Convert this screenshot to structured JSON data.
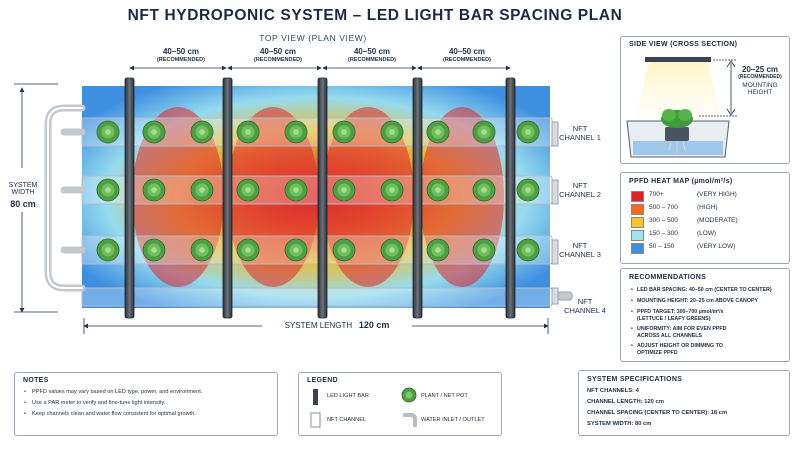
{
  "title": "NFT HYDROPONIC SYSTEM – LED LIGHT BAR SPACING PLAN",
  "top_view_label": "TOP VIEW (PLAN VIEW)",
  "spacings": [
    {
      "value": "40–50 cm",
      "note": "(RECOMMENDED)"
    },
    {
      "value": "40–50 cm",
      "note": "(RECOMMENDED)"
    },
    {
      "value": "40–50 cm",
      "note": "(RECOMMENDED)"
    },
    {
      "value": "40–50 cm",
      "note": "(RECOMMENDED)"
    }
  ],
  "system_width": {
    "line1": "SYSTEM",
    "line2": "WIDTH",
    "value": "80 cm"
  },
  "system_length": {
    "label": "SYSTEM LENGTH",
    "value": "120 cm"
  },
  "channels": [
    {
      "line1": "NFT",
      "line2": "CHANNEL 1"
    },
    {
      "line1": "NFT",
      "line2": "CHANNEL 2"
    },
    {
      "line1": "NFT",
      "line2": "CHANNEL 3"
    },
    {
      "line1": "NFT",
      "line2": "CHANNEL 4"
    }
  ],
  "side_view": {
    "title": "SIDE VIEW (CROSS SECTION)",
    "height_value": "20–25 cm",
    "height_note": "(RECOMMENDED)",
    "height_label1": "MOUNTING",
    "height_label2": "HEIGHT"
  },
  "heat_map": {
    "title": "PPFD HEAT MAP (µmol/m²/s)",
    "rows": [
      {
        "range": "700+",
        "desc": "(VERY HIGH)",
        "color": "#e02424"
      },
      {
        "range": "500 – 700",
        "desc": "(HIGH)",
        "color": "#f46a1f"
      },
      {
        "range": "300 – 500",
        "desc": "(MODERATE)",
        "color": "#f5c531"
      },
      {
        "range": "150 – 300",
        "desc": "(LOW)",
        "color": "#9fe3f0"
      },
      {
        "range": "50 – 150",
        "desc": "(VERY LOW)",
        "color": "#3f8fe0"
      }
    ]
  },
  "recommendations": {
    "title": "RECOMMENDATIONS",
    "items": [
      {
        "line1": "LED BAR SPACING: 40–50 cm (CENTER TO CENTER)",
        "line2": ""
      },
      {
        "line1": "MOUNTING HEIGHT: 20–25 cm ABOVE CANOPY",
        "line2": ""
      },
      {
        "line1": "PPFD TARGET: 300–700 µmol/m²/s",
        "line2": "(LETTUCE / LEAFY GREENS)"
      },
      {
        "line1": "UNIFORMITY: AIM FOR EVEN PPFD",
        "line2": "ACROSS ALL CHANNELS"
      },
      {
        "line1": "ADJUST HEIGHT OR DIMMING TO",
        "line2": "OPTIMIZE PPFD"
      }
    ]
  },
  "notes": {
    "title": "NOTES",
    "items": [
      "PPFD values may vary based on LED type, power, and environment.",
      "Use a PAR meter to verify and fine-tune light intensity.",
      "Keep channels clean and water flow consistent for optimal growth."
    ]
  },
  "legend": {
    "title": "LEGEND",
    "items": [
      {
        "icon": "led-light-bar-icon",
        "label": "LED LIGHT BAR"
      },
      {
        "icon": "plant-net-pot-icon",
        "label": "PLANT / NET POT"
      },
      {
        "icon": "nft-channel-icon",
        "label": "NFT CHANNEL"
      },
      {
        "icon": "water-pipe-icon",
        "label": "WATER INLET / OUTLET"
      }
    ]
  },
  "specs": {
    "title": "SYSTEM SPECIFICATIONS",
    "items": [
      "NFT CHANNELS: 4",
      "CHANNEL LENGTH: 120 cm",
      "CHANNEL SPACING (CENTER TO CENTER):  18 cm",
      "SYSTEM WIDTH: 80 cm"
    ]
  }
}
